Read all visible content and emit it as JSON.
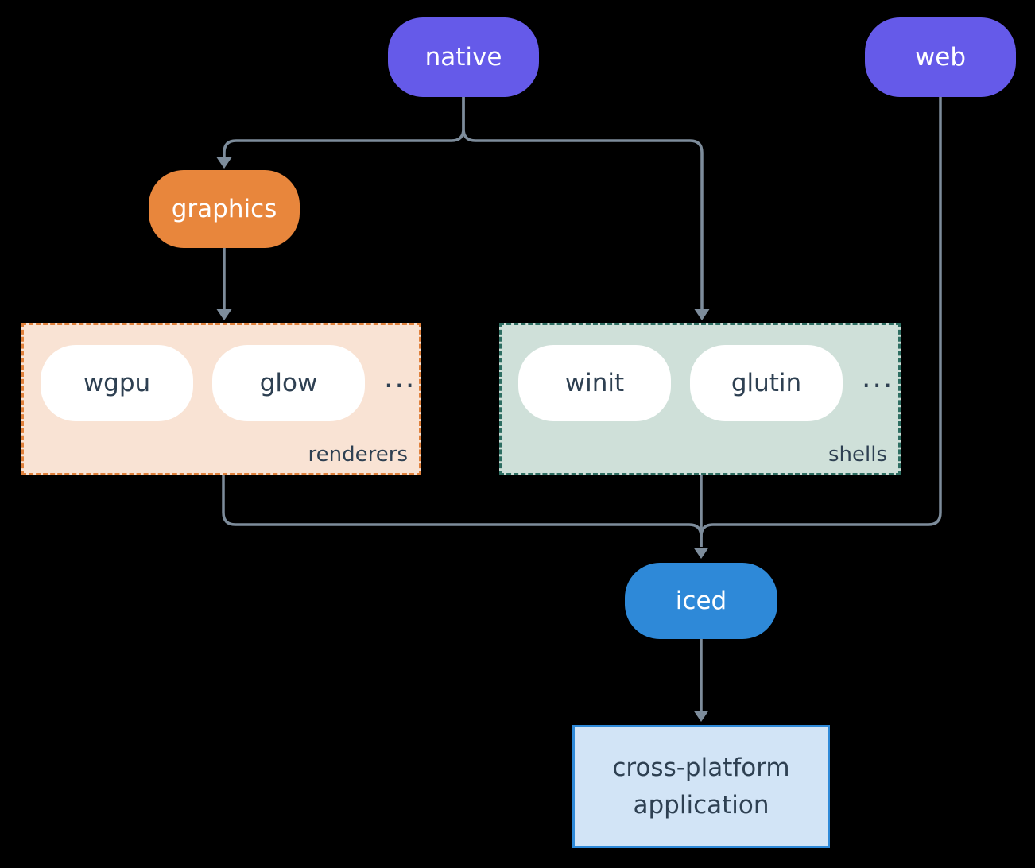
{
  "theme": {
    "background": "#000000",
    "connector": "#7d8c9b",
    "purple": "#655ae9",
    "orange": "#e8863c",
    "blue": "#2e89d8",
    "peach_bg": "#f9e3d4",
    "peach_border": "#e0813c",
    "green_bg": "#cfe0d9",
    "green_border": "#2e6e62",
    "app_bg": "#d2e4f6",
    "app_border": "#2e89d8",
    "dark_text": "#2e4052",
    "white_text": "#ffffff",
    "pill_white": "#ffffff"
  },
  "nodes": {
    "native": "native",
    "web": "web",
    "graphics": "graphics",
    "iced": "iced",
    "wgpu": "wgpu",
    "glow": "glow",
    "winit": "winit",
    "glutin": "glutin"
  },
  "groups": {
    "renderers": {
      "label": "renderers",
      "more": "..."
    },
    "shells": {
      "label": "shells",
      "more": "..."
    }
  },
  "app": {
    "label": "cross-platform application"
  }
}
